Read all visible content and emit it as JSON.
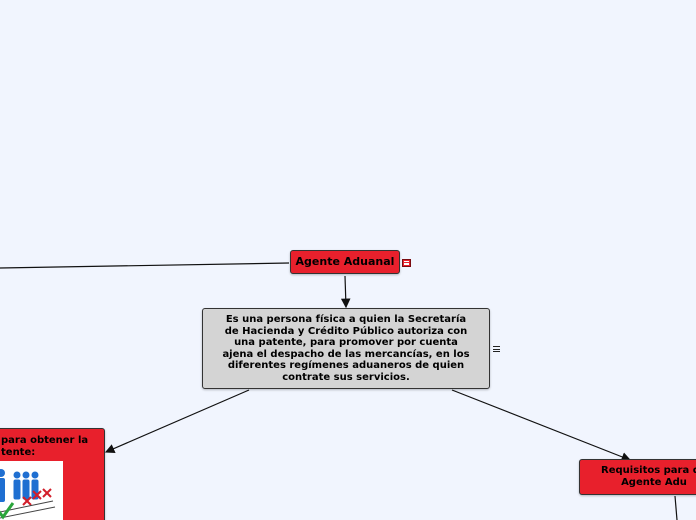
{
  "mindmap": {
    "root": {
      "label": "Agente Aduanal",
      "color": "#e8202c"
    },
    "definition": {
      "text": "Es una persona física a quien la Secretaría de Hacienda y Crédito Público autoriza con una patente, para promover por cuenta ajena el despacho de las mercancías, en los diferentes regímenes aduaneros de quien contrate sus servicios.",
      "color": "#d4d4d4"
    },
    "left_branch": {
      "label": "para obtener la\ntente:",
      "color": "#e8202c"
    },
    "right_branch": {
      "label": "Requisitos para qu\nAgente Adu",
      "color": "#e8202c"
    },
    "icons": [
      "note-icon",
      "people-image"
    ]
  }
}
